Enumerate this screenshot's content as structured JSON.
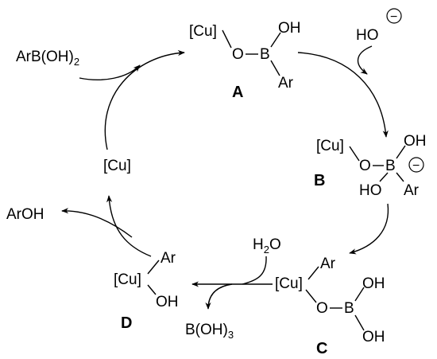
{
  "A": {
    "label": "A",
    "cu": "[Cu]",
    "o": "O",
    "b": "B",
    "oh": "OH",
    "ar": "Ar"
  },
  "hydroxide": {
    "text": "HO",
    "charge": "−"
  },
  "B": {
    "label": "B",
    "cu": "[Cu]",
    "o": "O",
    "b": "B",
    "oh": "OH",
    "ho": "HO",
    "ar": "Ar",
    "charge": "−"
  },
  "C": {
    "label": "C",
    "cu": "[Cu]",
    "ar": "Ar",
    "o": "O",
    "b": "B",
    "oh1": "OH",
    "oh2": "OH"
  },
  "D": {
    "label": "D",
    "cu": "[Cu]",
    "ar": "Ar",
    "oh": "OH"
  },
  "catalyst": "[Cu]",
  "reagents": {
    "arboronic_main": "ArB(OH)",
    "arboronic_sub": "2",
    "water_main": "H",
    "water_sub": "2",
    "water_end": "O",
    "boric_main": "B(OH)",
    "boric_sub": "3",
    "phenol": "ArOH"
  }
}
